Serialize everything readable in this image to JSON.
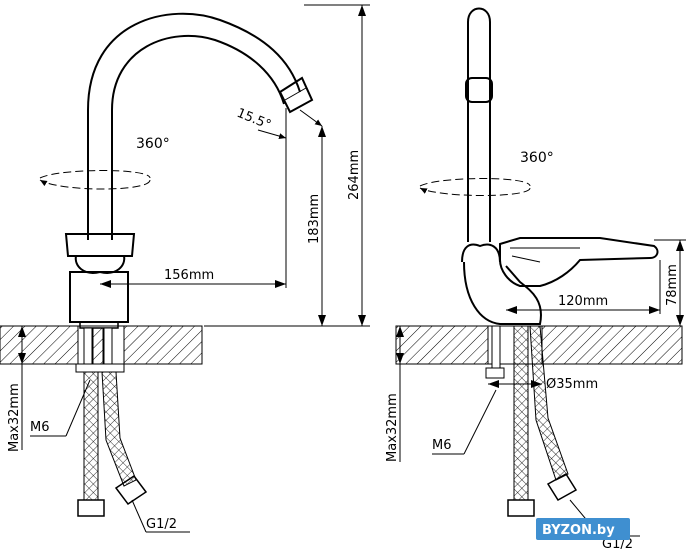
{
  "left_view": {
    "rotation_label": "360°",
    "angle_label": "15.5°",
    "height_label": "264mm",
    "spout_height_label": "183mm",
    "reach_label": "156mm",
    "max_thickness_label": "Max32mm",
    "stud_label": "M6",
    "connection_label": "G1/2"
  },
  "right_view": {
    "rotation_label": "360°",
    "body_height_label": "78mm",
    "handle_reach_label": "120mm",
    "hole_diameter_label": "Ø35mm",
    "max_thickness_label": "Max32mm",
    "stud_label": "M6",
    "connection_label": "G1/2"
  },
  "watermark": {
    "text": "BYZON.by"
  },
  "colors": {
    "watermark_background": "#3f8fd0",
    "line": "#000000"
  }
}
